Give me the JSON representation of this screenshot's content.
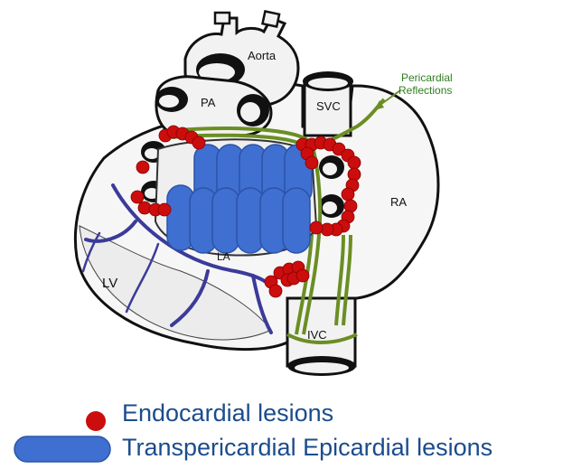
{
  "labels": {
    "aorta": "Aorta",
    "pa": "PA",
    "svc": "SVC",
    "ra": "RA",
    "la": "LA",
    "lv": "LV",
    "ivc": "IVC",
    "pericardial_line1": "Pericardial",
    "pericardial_line2": "Reflections"
  },
  "legend": [
    {
      "marker": "red-dot",
      "label": "Endocardial lesions"
    },
    {
      "marker": "blue-capsule",
      "label": "Transpericardial Epicardial lesions"
    }
  ],
  "colors": {
    "endocardial": "#cc0d0d",
    "epicardial": "#3f6fd0",
    "pericardial_reflection": "#6b8e23",
    "vessel": "#3b3b9a",
    "legend_text": "#1b4c8c"
  }
}
